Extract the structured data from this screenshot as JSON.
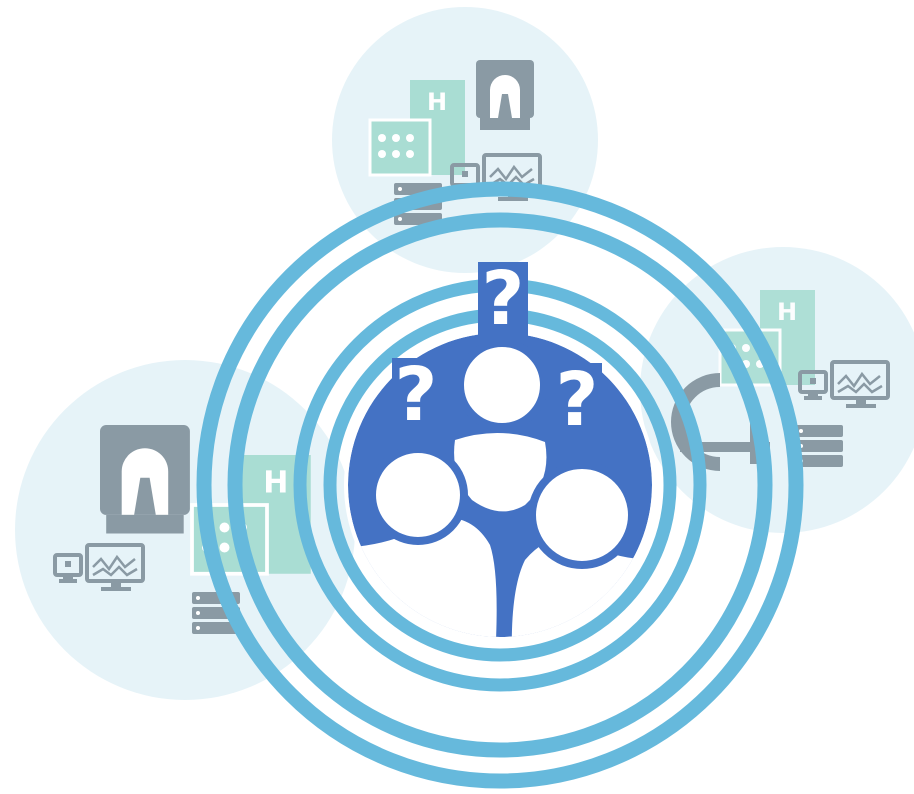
{
  "colors": {
    "background": "#ffffff",
    "cluster_bubble": "#e6f3f8",
    "ring": "#66b9dc",
    "hub_fill": "#4472c4",
    "hub_node": "#ffffff",
    "icon_gray": "#8a9aa4",
    "icon_teal": "#a9ddd3",
    "question_bg": "#4472c4",
    "question_fg": "#ffffff"
  },
  "clusters": [
    {
      "name": "top",
      "icons": [
        "hospital-building-icon",
        "mri-scanner-icon",
        "monitor-workstation-icon",
        "server-rack-icon"
      ]
    },
    {
      "name": "right",
      "icons": [
        "hospital-building-icon",
        "ct-scanner-icon",
        "monitor-workstation-icon",
        "server-rack-icon"
      ]
    },
    {
      "name": "left",
      "icons": [
        "mri-scanner-icon",
        "hospital-building-icon",
        "monitor-workstation-icon",
        "server-rack-icon"
      ]
    }
  ],
  "hub": {
    "icon": "network-tree-icon",
    "question_marks": [
      "?",
      "?",
      "?"
    ]
  },
  "rings": 4
}
